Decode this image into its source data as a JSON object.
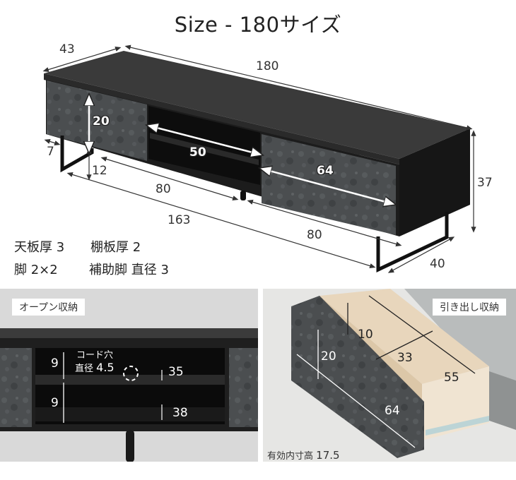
{
  "title": "Size - 180サイズ",
  "main_diagram": {
    "dimensions": {
      "depth_top": "43",
      "width_total": "180",
      "drawer_height": "20",
      "leg_inset": "7",
      "leg_clearance": "12",
      "open_shelf_width": "50",
      "drawer_width": "64",
      "left_section_width": "80",
      "inner_leg_span": "163",
      "right_section_width": "80",
      "height_total": "37",
      "leg_depth": "40"
    },
    "specs": [
      {
        "label": "天板厚",
        "value": "3"
      },
      {
        "label": "棚板厚",
        "value": "2"
      },
      {
        "label": "脚",
        "value": "2×2"
      },
      {
        "label": "補助脚 直径",
        "value": "3"
      }
    ]
  },
  "open_storage_panel": {
    "label": "オープン収納",
    "upper_height": "9",
    "lower_height": "9",
    "cord_hole_label": "コード穴",
    "cord_hole_diameter_label": "直径",
    "cord_hole_diameter": "4.5",
    "upper_depth": "35",
    "lower_depth": "38"
  },
  "drawer_panel": {
    "label": "引き出し収納",
    "inner_height": "10",
    "front_height": "20",
    "inner_width": "33",
    "inner_depth": "55",
    "front_width": "64",
    "effective_height_label": "有効内寸高",
    "effective_height": "17.5"
  },
  "colors": {
    "cabinet_black": "#1c1c1c",
    "top_gray": "#3a3a3a",
    "marble_gray": "#4a4d4f",
    "panel_bg": "#d9d9d9",
    "drawer_wood": "#eadbc6"
  }
}
